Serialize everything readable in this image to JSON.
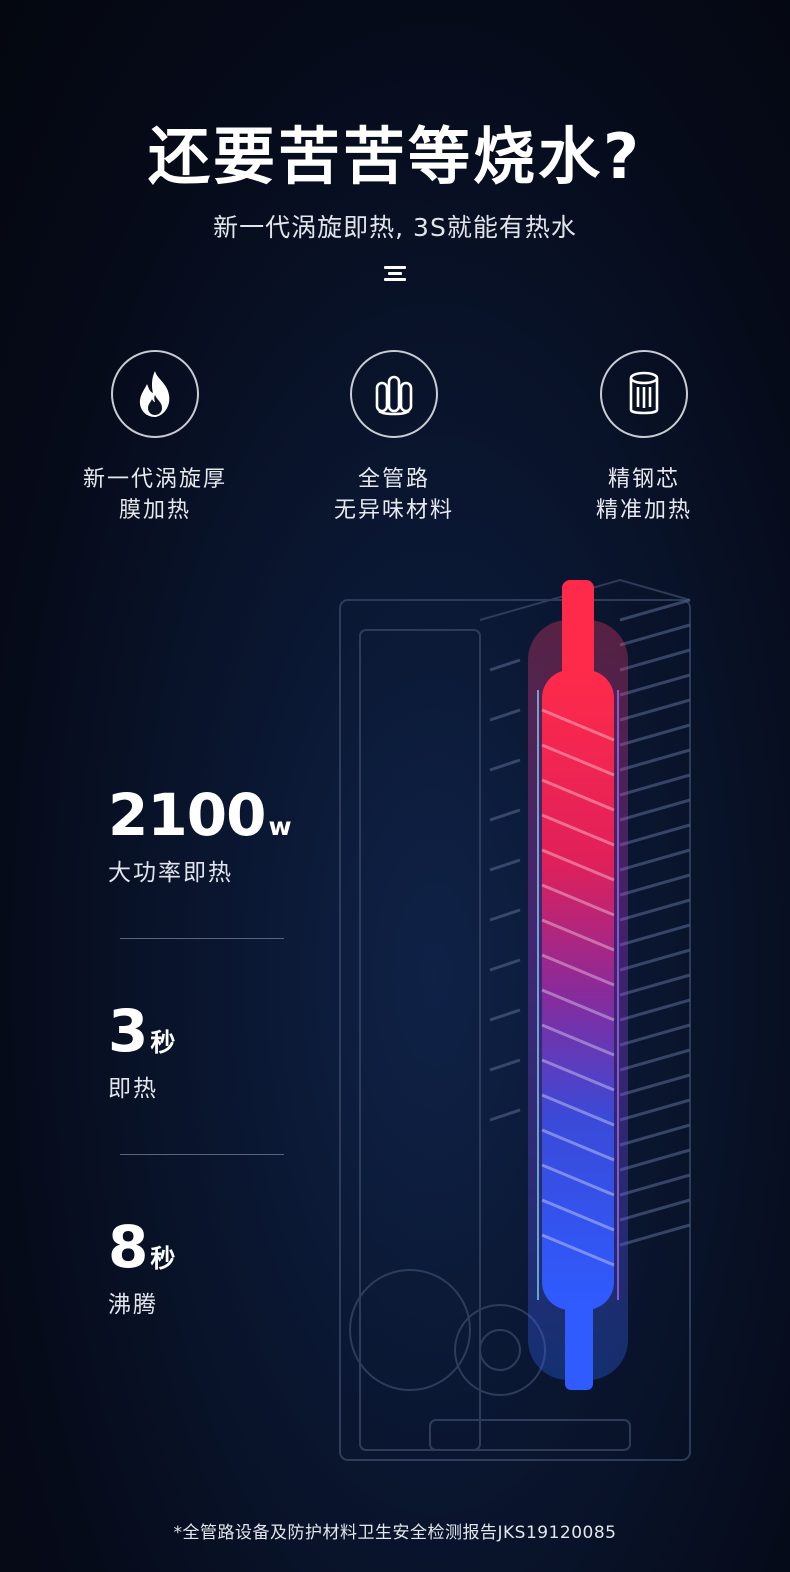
{
  "header": {
    "title": "还要苦苦等烧水?",
    "subtitle": "新一代涡旋即热, 3S就能有热水"
  },
  "features": [
    {
      "icon": "flame-icon",
      "line1": "新一代涡旋厚",
      "line2": "膜加热"
    },
    {
      "icon": "pipes-icon",
      "line1": "全管路",
      "line2": "无异味材料"
    },
    {
      "icon": "steel-core-icon",
      "line1": "精钢芯",
      "line2": "精准加热"
    }
  ],
  "stats": [
    {
      "value": "2100",
      "unit": "w",
      "label": "大功率即热"
    },
    {
      "value": "3",
      "unit": "秒",
      "label": "即热"
    },
    {
      "value": "8",
      "unit": "秒",
      "label": "沸腾"
    }
  ],
  "footnote": "*全管路设备及防护材料卫生安全检测报告JKS19120085",
  "colors": {
    "background": "#060b1a",
    "hot": "#ff2a4a",
    "cold": "#2f5bff"
  }
}
